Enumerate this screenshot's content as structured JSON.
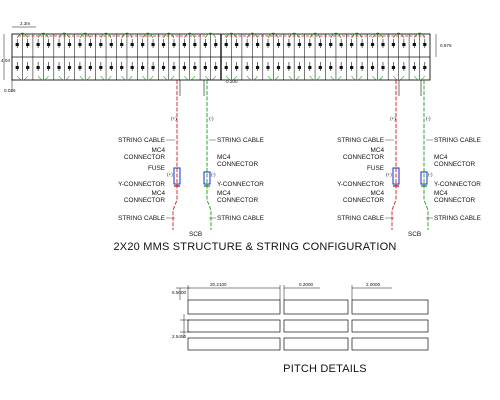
{
  "array": {
    "dim_top": "2.3m",
    "dim_bottom_left": "0.026",
    "dim_gap_tag": "0.200",
    "dim_right": "0.876",
    "dim_left_side": "4.04"
  },
  "labels": {
    "string_cable": "STRING CABLE",
    "mc4_connector": "MC4 CONNECTOR",
    "fuse": "FUSE",
    "y_connector": "Y-CONNECTOR",
    "scb": "SCB",
    "plus": "(+)",
    "minus": "(-)"
  },
  "structure_caption": "2X20 MMS STRUCTURE & STRING CONFIGURATION",
  "pitch": {
    "dim_height": "6.5000",
    "dim_panel": "20.2100",
    "dim_gap": "0.2000",
    "dim_end": "2.0000",
    "dim_row": "2.5450",
    "caption": "PITCH DETAILS"
  },
  "colors": {
    "positive": "#d11a1a",
    "negative": "#1a9a1a",
    "fuse": "#2a3fd1",
    "line": "#111111"
  }
}
